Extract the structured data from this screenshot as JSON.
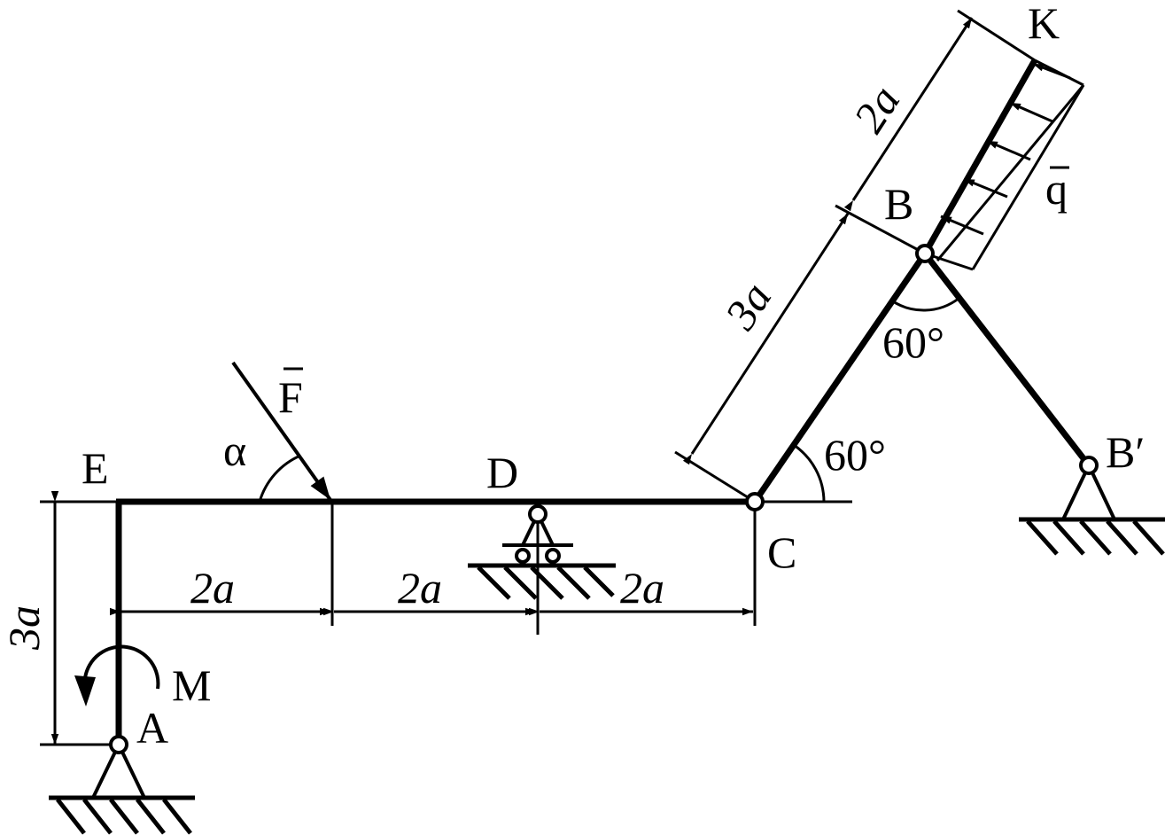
{
  "labels": {
    "E": "E",
    "A": "A",
    "D": "D",
    "C": "C",
    "B": "B",
    "B_prime": "B′",
    "K": "K",
    "F": "F",
    "q": "q",
    "M": "M",
    "alpha": "α",
    "angle_C": "60°",
    "angle_B": "60°"
  },
  "dimensions": {
    "ea": "3a",
    "ef": "2a",
    "fd": "2a",
    "dc": "2a",
    "cb": "3a",
    "bk": "2a"
  }
}
